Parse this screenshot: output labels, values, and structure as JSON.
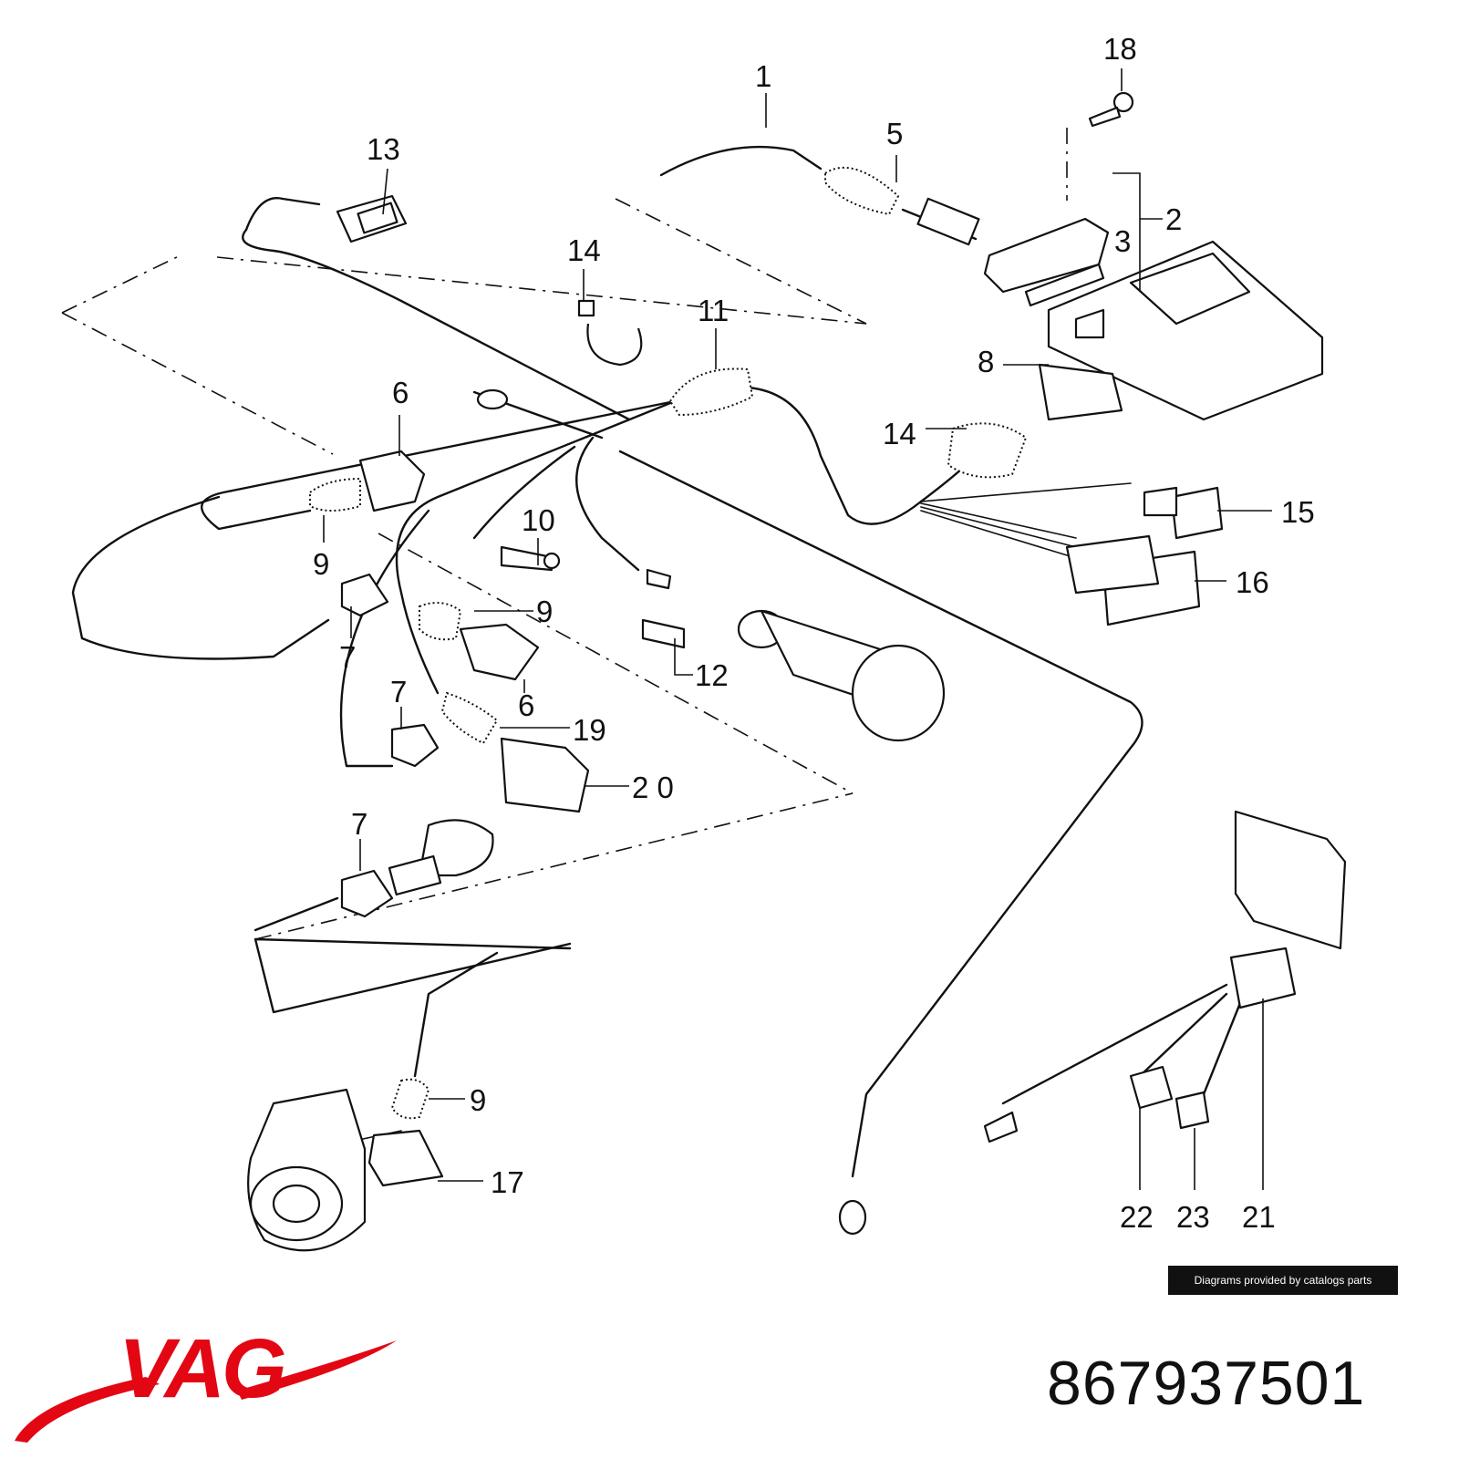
{
  "diagram": {
    "callouts": {
      "c1": "1",
      "c2": "2",
      "c3": "3",
      "c5": "5",
      "c6a": "6",
      "c6b": "6",
      "c7a": "7",
      "c7b": "7",
      "c7c": "7",
      "c8": "8",
      "c9a": "9",
      "c9b": "9",
      "c9c": "9",
      "c10": "10",
      "c11": "11",
      "c12": "12",
      "c13": "13",
      "c14a": "14",
      "c14b": "14",
      "c15": "15",
      "c16": "16",
      "c17": "17",
      "c18": "18",
      "c19": "19",
      "c20": "2 0",
      "c21": "21",
      "c22": "22",
      "c23": "23"
    }
  },
  "credit": "Diagrams provided by catalogs parts",
  "brand": {
    "logo_text": "VAG",
    "color": "#e30613"
  },
  "part_number": "867937501"
}
